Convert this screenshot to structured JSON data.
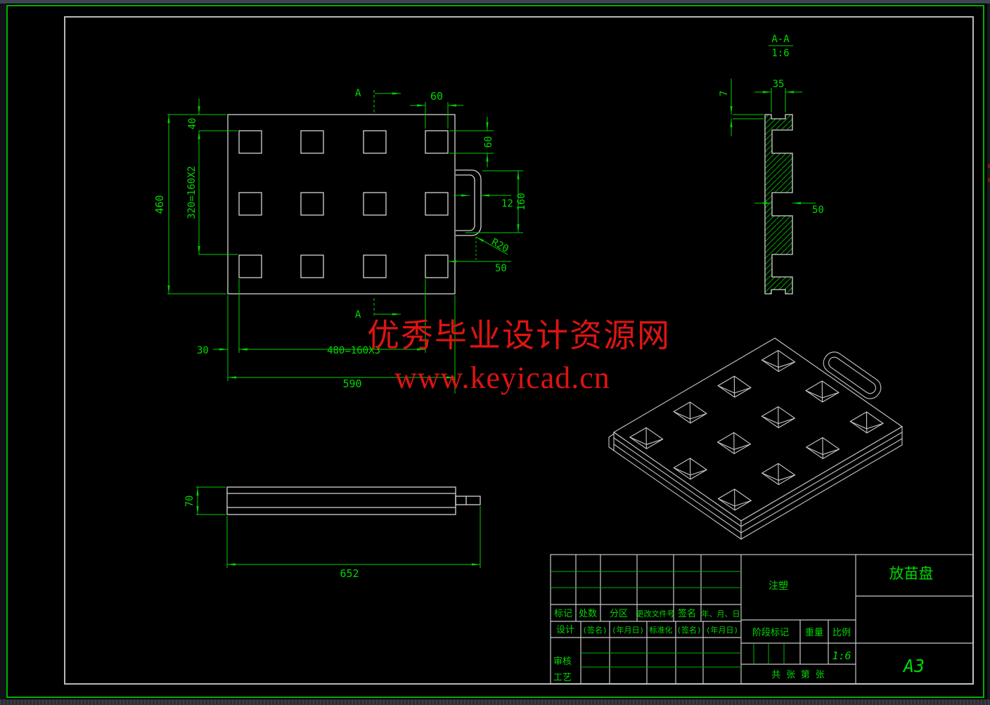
{
  "watermark": {
    "line1": "优秀毕业设计资源网",
    "line2": "www.keyicad.cn",
    "color": "#dd1412"
  },
  "colors": {
    "background": "#000000",
    "dimension_green": "#00cf00",
    "geometry_gray": "#d4d4d4",
    "sheet_border_green": "#00b000",
    "watermark_red": "#dd1412"
  },
  "plan": {
    "section_label": "A",
    "dim_460": "460",
    "dim_320": "320=160X2",
    "dim_40": "40",
    "dim_60_top": "60",
    "dim_60_right": "60",
    "dim_12": "12",
    "dim_160": "160",
    "dim_r20": "R20",
    "dim_50": "50",
    "dim_30": "30",
    "dim_480": "480=160X3",
    "dim_590": "590"
  },
  "section": {
    "label": "A-A",
    "scale": "1:6",
    "dim_35": "35",
    "dim_7": "7",
    "dim_50": "50"
  },
  "side": {
    "dim_70": "70",
    "dim_652": "652"
  },
  "titleblock": {
    "header_row": [
      "标记",
      "处数",
      "分区",
      "更改文件号",
      "签名",
      "年、月、日"
    ],
    "sig_row": [
      "设计",
      "(签名)",
      "(年月日)",
      "标准化",
      "(签名)",
      "(年月日)"
    ],
    "check_label": "审核",
    "process_label": "工艺",
    "material": "注塑",
    "part_name": "放苗盘",
    "stage_label": "阶段标记",
    "weight_label": "重量",
    "scale_label": "比例",
    "scale_value": "1:6",
    "sheet_label": "共  张 第  张",
    "paper_size": "A3"
  }
}
